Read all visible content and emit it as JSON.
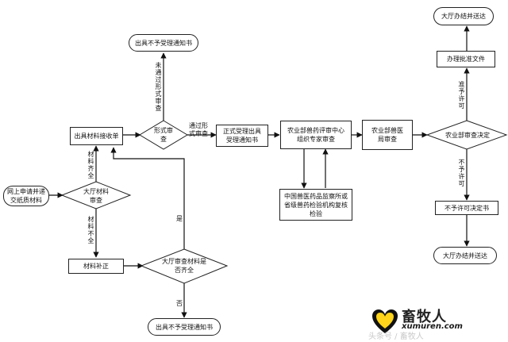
{
  "nodes": {
    "online_apply": "网上申请并递交纸质材料",
    "hall_material_review": "大厅材料审查",
    "material_supplement": "材料补正",
    "material_receipt": "出具材料接收单",
    "hall_review_complete": "大厅审查材料是否齐全",
    "not_accept_notice_top": "出具不予受理通知书",
    "not_accept_notice_bottom": "出具不予受理通知书",
    "formal_review": "形式审查",
    "formal_accept_notice": "正式受理出具受理通知书",
    "expert_review": "农业部兽药评审中心组织专家审查",
    "inspection": "中国兽医药品监察所或省级兽药检验机构复核检验",
    "vet_bureau_review": "农业部兽医局审查",
    "ministry_decision": "农业部审查决定",
    "approval_doc": "办理批准文件",
    "delivery_top": "大厅办结并送达",
    "not_permit_doc": "不予许可决定书",
    "delivery_bottom": "大厅办结并送达"
  },
  "labels": {
    "materials_complete": "材料齐全",
    "materials_incomplete": "材料不全",
    "formal_fail": "未通过形式审查",
    "formal_pass": "通过形式审查",
    "yes": "是",
    "no": "否",
    "permit": "准予许可",
    "not_permit": "不予许可"
  },
  "watermark": {
    "brand": "畜牧人",
    "domain": "xumuren.com",
    "faint": "头条号 / 畜牧人"
  }
}
